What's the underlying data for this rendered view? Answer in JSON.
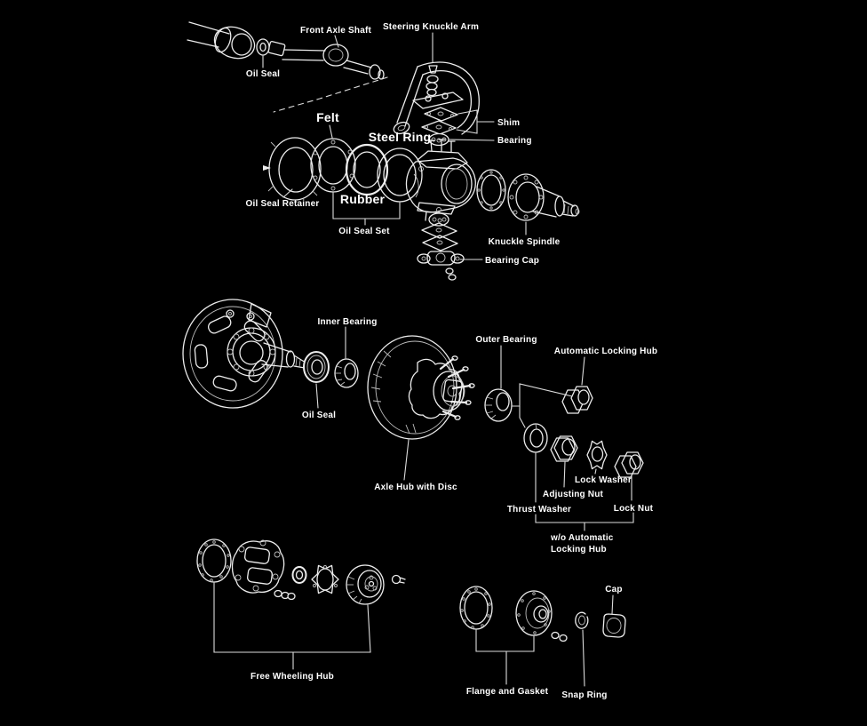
{
  "colors": {
    "background": "#000000",
    "line": "#ececec",
    "text": "#ffffff"
  },
  "labels": {
    "front_axle_shaft": "Front Axle Shaft",
    "steering_knuckle_arm": "Steering Knuckle Arm",
    "oil_seal_shaft": "Oil Seal",
    "felt": "Felt",
    "steel_ring": "Steel Ring",
    "shim": "Shim",
    "bearing": "Bearing",
    "oil_seal_retainer": "Oil Seal Retainer",
    "rubber": "Rubber",
    "oil_seal_set": "Oil Seal Set",
    "knuckle_spindle": "Knuckle Spindle",
    "bearing_cap": "Bearing Cap",
    "inner_bearing": "Inner Bearing",
    "oil_seal_hub": "Oil Seal",
    "outer_bearing": "Outer Bearing",
    "automatic_locking_hub": "Automatic Locking Hub",
    "axle_hub_with_disc": "Axle Hub with Disc",
    "lock_washer": "Lock Washer",
    "adjusting_nut": "Adjusting Nut",
    "thrust_washer": "Thrust Washer",
    "lock_nut": "Lock Nut",
    "wo_automatic_locking_hub_line1": "w/o Automatic",
    "wo_automatic_locking_hub_line2": "Locking Hub",
    "free_wheeling_hub": "Free Wheeling Hub",
    "flange_and_gasket": "Flange and Gasket",
    "snap_ring": "Snap Ring",
    "cap": "Cap"
  }
}
